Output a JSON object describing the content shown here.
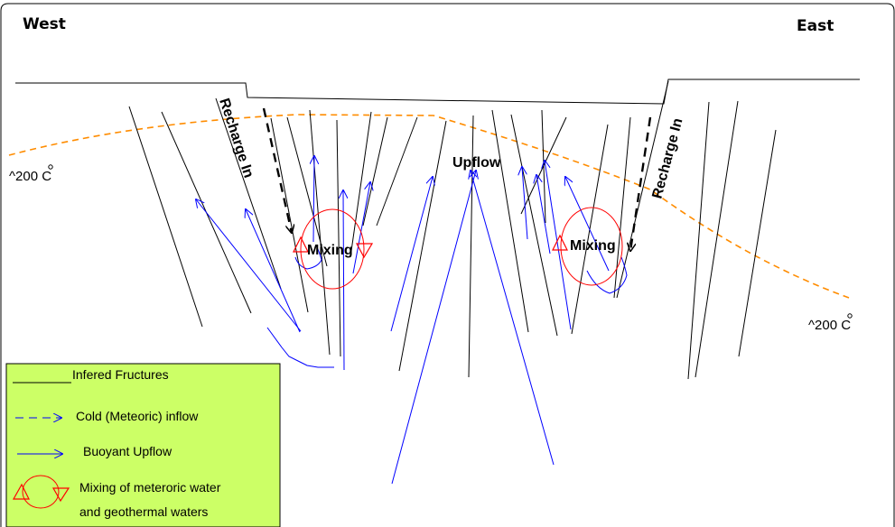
{
  "labels": {
    "west": "West",
    "east": "East",
    "recharge_left": "Recharge In",
    "recharge_right": "Recharge In",
    "upflow": "Upflow",
    "mixing_left": "Mixing",
    "mixing_right": "Mixing",
    "isotherm_left": "^200 C",
    "isotherm_right": "^200 C"
  },
  "legend": {
    "fractures": "Infered Fructures",
    "cold_inflow": "Cold (Meteoric) inflow",
    "upflow": "Buoyant Upflow",
    "mixing_line1": "Mixing of meteroric water",
    "mixing_line2": "and geothermal waters"
  },
  "colors": {
    "fracture": "#000000",
    "upflow_arrow": "#0000ff",
    "isotherm": "#ff8c00",
    "mixing": "#ff0000",
    "legend_bg": "#ccff66"
  }
}
